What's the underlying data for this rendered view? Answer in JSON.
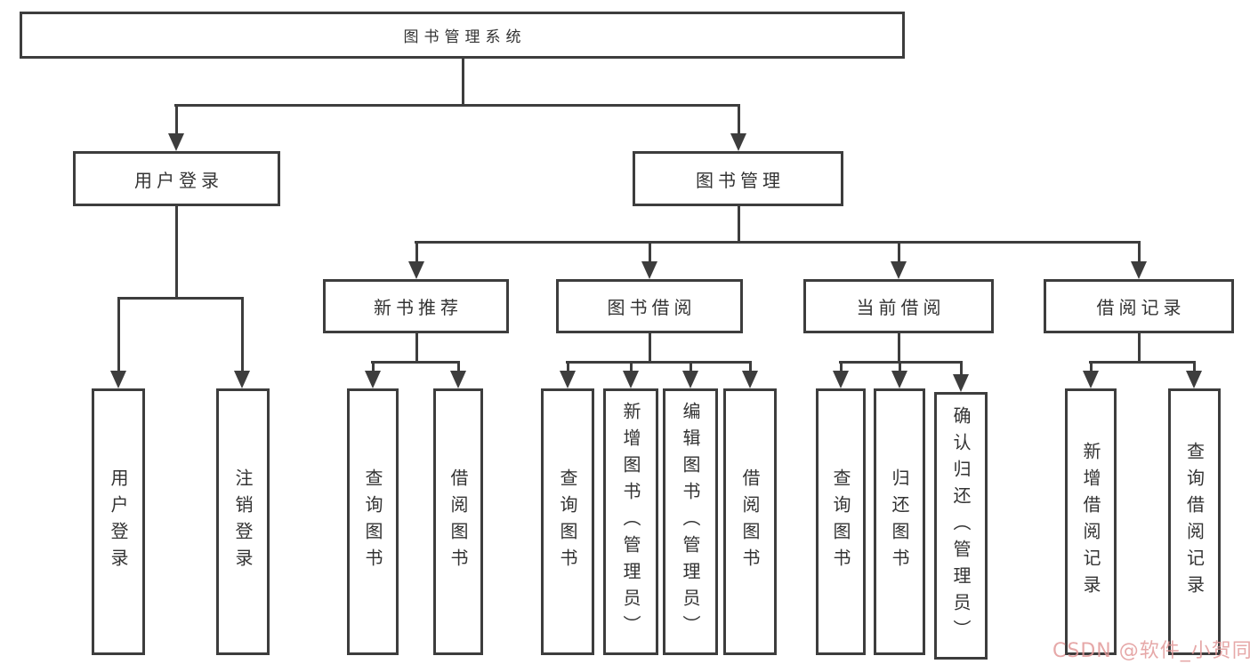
{
  "diagram": {
    "root_label": "图书管理系统",
    "branches": {
      "user_login": {
        "label": "用户登录",
        "children": [
          "用户登录",
          "注销登录"
        ]
      },
      "book_mgmt": {
        "label": "图书管理",
        "sections": {
          "new_book": {
            "label": "新书推荐",
            "children": [
              "查询图书",
              "借阅图书"
            ]
          },
          "book_borrow": {
            "label": "图书借阅",
            "children": [
              "查询图书",
              "新增图书（管理员）",
              "编辑图书（管理员）",
              "借阅图书"
            ]
          },
          "current_borrow": {
            "label": "当前借阅",
            "children": [
              "查询图书",
              "归还图书",
              "确认归还（管理员）"
            ]
          },
          "borrow_record": {
            "label": "借阅记录",
            "children": [
              "新增借阅记录",
              "查询借阅记录"
            ]
          }
        }
      }
    }
  },
  "watermark": "CSDN @软件_小贺同学",
  "colors": {
    "line": "#3d3d3d",
    "text": "#333333",
    "box_background": "#ffffff",
    "watermark": "#e29999"
  }
}
